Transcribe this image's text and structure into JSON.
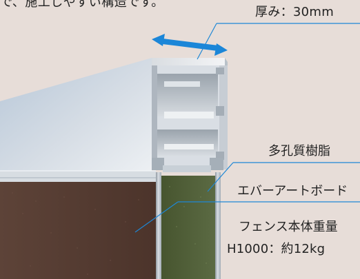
{
  "text": {
    "top_note": "で、施工しやすい構造です。",
    "thickness": "厚み：30mm",
    "resin": "多孔質樹脂",
    "art_board": "エバーアートボード",
    "weight_title": "フェンス本体重量",
    "weight_value": "H1000：約12kg"
  },
  "colors": {
    "background": "#e7ddd8",
    "callout_line": "#1e87d6",
    "thickness_arrow": "#1b86d8",
    "board": "#5a3d33",
    "resin": "#4f5d3a",
    "aluminum_light": "#d8dde3",
    "aluminum_mid": "#aab3bc",
    "aluminum_dark": "#7f8892"
  }
}
